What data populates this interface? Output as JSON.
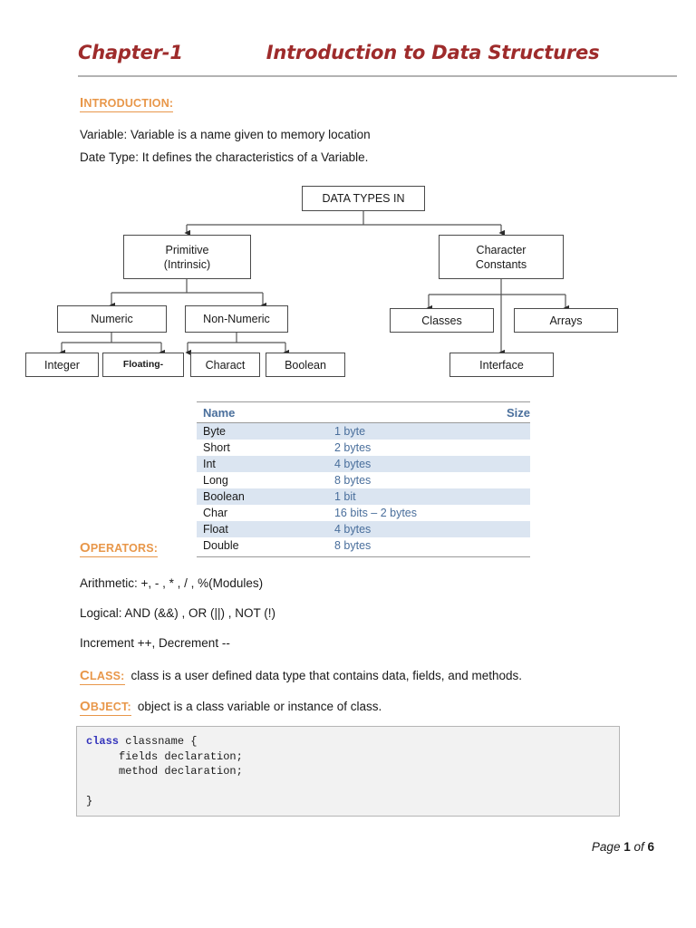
{
  "header": {
    "chapter_label": "Chapter-1",
    "chapter_title": "Introduction to Data Structures"
  },
  "sections": {
    "introduction": {
      "cap": "I",
      "rest": "NTRODUCTION:"
    },
    "operators": {
      "cap": "O",
      "rest": "PERATORS:"
    },
    "class": {
      "cap": "C",
      "rest": "LASS:"
    },
    "object": {
      "cap": "O",
      "rest": "BJECT:"
    }
  },
  "intro": {
    "variable_line": "Variable:  Variable is a name given to memory location",
    "datatype_line": "Date Type: It defines the characteristics of a Variable."
  },
  "diagram": {
    "title": "data-types-tree",
    "nodes": [
      {
        "id": "root",
        "label": "DATA TYPES IN"
      },
      {
        "id": "primitive",
        "label": "Primitive\n(Intrinsic)"
      },
      {
        "id": "character",
        "label": "Character\nConstants"
      },
      {
        "id": "numeric",
        "label": "Numeric"
      },
      {
        "id": "nonnumeric",
        "label": "Non-Numeric"
      },
      {
        "id": "classes",
        "label": "Classes"
      },
      {
        "id": "arrays",
        "label": "Arrays"
      },
      {
        "id": "integer",
        "label": "Integer"
      },
      {
        "id": "floating",
        "label": "Floating-"
      },
      {
        "id": "charact",
        "label": "Charact"
      },
      {
        "id": "boolean",
        "label": "Boolean"
      },
      {
        "id": "interface",
        "label": "Interface"
      }
    ]
  },
  "size_table": {
    "columns": [
      "Name",
      "Size"
    ],
    "rows": [
      {
        "name": "Byte",
        "size": "1 byte"
      },
      {
        "name": "Short",
        "size": "2 bytes"
      },
      {
        "name": "Int",
        "size": "4 bytes"
      },
      {
        "name": "Long",
        "size": "8 bytes"
      },
      {
        "name": "Boolean",
        "size": "1 bit"
      },
      {
        "name": "Char",
        "size": "16 bits – 2 bytes"
      },
      {
        "name": "Float",
        "size": "4 bytes"
      },
      {
        "name": "Double",
        "size": "8 bytes"
      }
    ]
  },
  "operators": {
    "arithmetic": "Arithmetic: +, - , * , / , %(Modules)",
    "logical": "Logical: AND (&&) , OR (||) , NOT (!)",
    "increment": "Increment ++, Decrement --"
  },
  "definitions": {
    "class_body": "class is a user defined data type that contains data, fields, and methods.",
    "object_body": "object is a class variable or instance of class."
  },
  "code": {
    "keyword": "class",
    "rest_line1": " classname {",
    "body": "\n     fields declaration;\n     method declaration;\n\n}"
  },
  "footer": {
    "prefix": "Page ",
    "current": "1",
    "middle": " of ",
    "total": "6"
  },
  "colors": {
    "title": "#9e2b2b",
    "section_heading": "#e8974a",
    "table_header": "#4a6f9c",
    "table_size_text": "#4a6f9c",
    "table_row_shade": "#dbe5f1",
    "code_keyword": "#3333bb",
    "code_background": "#f2f2f2",
    "rule": "#b3b3b3",
    "node_border": "#4a4a4a"
  }
}
